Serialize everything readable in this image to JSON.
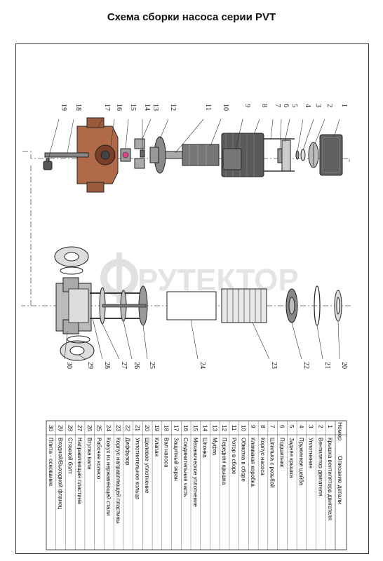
{
  "title": "Схема сборки насоса серии PVT",
  "watermark": "РУТЕКТОР",
  "callouts_top": [
    "1",
    "2",
    "3",
    "4",
    "5",
    "6",
    "7",
    "8",
    "9",
    "10",
    "11",
    "12",
    "13",
    "14",
    "15",
    "16",
    "17",
    "18",
    "19"
  ],
  "callouts_bottom": [
    "20",
    "21",
    "22",
    "23",
    "24",
    "25",
    "26",
    "27",
    "28",
    "29",
    "30"
  ],
  "table": {
    "header_number": "Номер",
    "header_description": "Описание детали",
    "rows": [
      {
        "n": "1",
        "d": "Крышка вентилятора двигателя"
      },
      {
        "n": "2",
        "d": "Вентилятор двигателя"
      },
      {
        "n": "3",
        "d": "Уплотнение"
      },
      {
        "n": "4",
        "d": "Пружинная шайба"
      },
      {
        "n": "5",
        "d": "Задняя крышка"
      },
      {
        "n": "6",
        "d": "Подшипник"
      },
      {
        "n": "7",
        "d": "Шпилька с резьбой"
      },
      {
        "n": "8",
        "d": "Корпус насоса"
      },
      {
        "n": "9",
        "d": "Клеммная коробка"
      },
      {
        "n": "10",
        "d": "Обмотка в сборе"
      },
      {
        "n": "11",
        "d": "Ротор в сборе"
      },
      {
        "n": "12",
        "d": "Передняя крышка"
      },
      {
        "n": "13",
        "d": "Муфта"
      },
      {
        "n": "14",
        "d": "Шпонка"
      },
      {
        "n": "15",
        "d": "Механическое уплотнение"
      },
      {
        "n": "16",
        "d": "Соединительная часть"
      },
      {
        "n": "17",
        "d": "Защитный экран"
      },
      {
        "n": "18",
        "d": "Вал насоса"
      },
      {
        "n": "19",
        "d": "Клапан"
      },
      {
        "n": "20",
        "d": "Щелевое уплотнение"
      },
      {
        "n": "21",
        "d": "Уплотнительное кольцо"
      },
      {
        "n": "22",
        "d": "Диффузор"
      },
      {
        "n": "23",
        "d": "Корпус направляющей пластины"
      },
      {
        "n": "24",
        "d": "Кожух из нержавеющей стали"
      },
      {
        "n": "25",
        "d": "Рабочее колесо"
      },
      {
        "n": "26",
        "d": "Втулка вала"
      },
      {
        "n": "27",
        "d": "Направляющая пластина"
      },
      {
        "n": "28",
        "d": "Стяжной болт"
      },
      {
        "n": "29",
        "d": "Входной/Выходной фланец"
      },
      {
        "n": "30",
        "d": "Плита - основание"
      }
    ]
  },
  "colors": {
    "ink": "#222222",
    "motor": "#555555",
    "rust": "#b06a48",
    "watermark": "#cfcfcf"
  }
}
